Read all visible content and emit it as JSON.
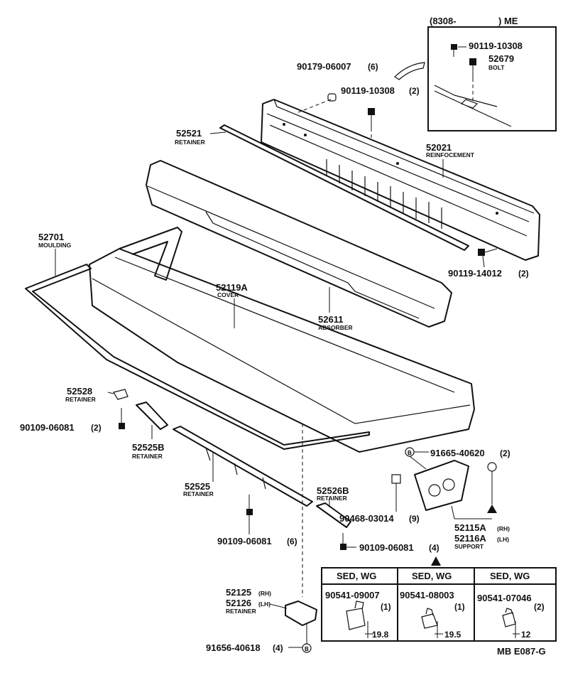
{
  "inset": {
    "header_left": "(8308-",
    "header_right": ") ME"
  },
  "parts": {
    "p90119_10308_inset": {
      "number": "90119-10308"
    },
    "p52679": {
      "number": "52679",
      "name": "BOLT"
    },
    "p90179_06007": {
      "number": "90179-06007",
      "qty": "(6)"
    },
    "p90119_10308": {
      "number": "90119-10308",
      "qty": "(2)"
    },
    "p52521": {
      "number": "52521",
      "name": "RETAINER"
    },
    "p52021": {
      "number": "52021",
      "name": "REINFOCEMENT"
    },
    "p52701": {
      "number": "52701",
      "name": "MOULDING"
    },
    "p52119A": {
      "number": "52119A",
      "name": "COVER"
    },
    "p52611": {
      "number": "52611",
      "name": "ABSORBER"
    },
    "p90119_14012": {
      "number": "90119-14012",
      "qty": "(2)"
    },
    "p52528": {
      "number": "52528",
      "name": "RETAINER"
    },
    "p90109_06081_a": {
      "number": "90109-06081",
      "qty": "(2)"
    },
    "p52525B": {
      "number": "52525B",
      "name": "RETAINER"
    },
    "p52525": {
      "number": "52525",
      "name": "RETAINER"
    },
    "p91665_40620": {
      "number": "91665-40620",
      "qty": "(2)",
      "ref": "B"
    },
    "p52526B": {
      "number": "52526B",
      "name": "RETAINER"
    },
    "p90468_03014": {
      "number": "90468-03014",
      "qty": "(9)"
    },
    "p52115A": {
      "number": "52115A",
      "suffix": "(RH)"
    },
    "p52116A": {
      "number": "52116A",
      "suffix": "(LH)",
      "name": "SUPPORT"
    },
    "p90109_06081_b": {
      "number": "90109-06081",
      "qty": "(6)"
    },
    "p90109_06081_c": {
      "number": "90109-06081",
      "qty": "(4)"
    },
    "p52125": {
      "number": "52125",
      "suffix": "(RH)"
    },
    "p52126": {
      "number": "52126",
      "suffix": "(LH)",
      "name": "RETAINER"
    },
    "p91656_40618": {
      "number": "91656-40618",
      "qty": "(4)",
      "ref": "B"
    }
  },
  "table": {
    "headers": [
      "SED, WG",
      "SED, WG",
      "SED, WG"
    ],
    "cells": [
      {
        "part": "90541-09007",
        "qty": "(1)",
        "dim": "19.8"
      },
      {
        "part": "90541-08003",
        "qty": "(1)",
        "dim": "19.5"
      },
      {
        "part": "90541-07046",
        "qty": "(2)",
        "dim": "12"
      }
    ]
  },
  "footer_code": "MB E087-G"
}
